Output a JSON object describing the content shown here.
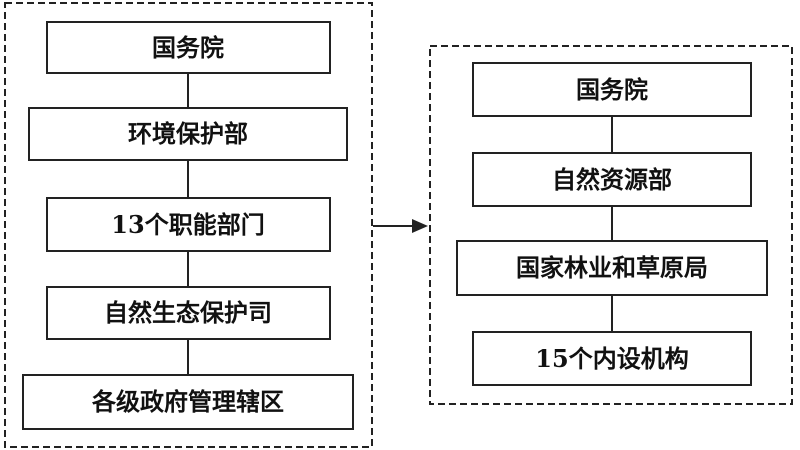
{
  "diagram": {
    "left_group": {
      "nodes": [
        "国务院",
        "环境保护部",
        "13个职能部门",
        "自然生态保护司",
        "各级政府管理辖区"
      ]
    },
    "right_group": {
      "nodes": [
        "国务院",
        "自然资源部",
        "国家林业和草原局",
        "15个内设机构"
      ]
    }
  },
  "colors": {
    "stroke": "#222222",
    "text": "#111111",
    "background": "#ffffff"
  }
}
